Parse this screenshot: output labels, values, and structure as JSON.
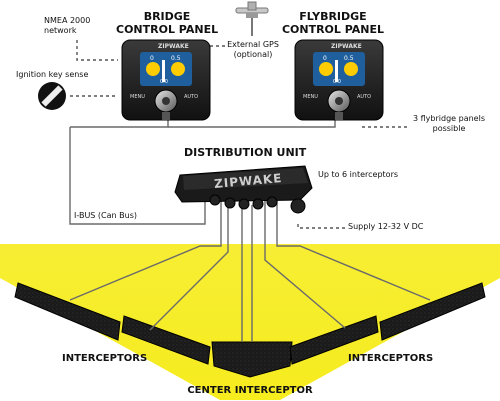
{
  "labels": {
    "nmea": [
      "NMEA 2000",
      "network"
    ],
    "bridge": [
      "BRIDGE",
      "CONTROL PANEL"
    ],
    "flybridge": [
      "FLYBRIDGE",
      "CONTROL PANEL"
    ],
    "gps": [
      "External GPS",
      "(optional)"
    ],
    "ignition": "Ignition key sense",
    "flybridge_panels": [
      "3 flybridge panels",
      "possible"
    ],
    "distribution_unit": "DISTRIBUTION UNIT",
    "up_to": "Up to 6 interceptors",
    "ibus": "I-BUS (Can Bus)",
    "supply": "Supply 12-32 V DC",
    "interceptors_left": "INTERCEPTORS",
    "interceptors_right": "INTERCEPTORS",
    "center": "CENTER INTERCEPTOR"
  },
  "panel": {
    "brand": "ZIPWAKE",
    "menu_label": "MENU",
    "auto_label": "AUTO",
    "screen_values": [
      "0",
      "0.5",
      "0.0"
    ]
  },
  "du_brand": "ZIPWAKE",
  "colors": {
    "hull_yellow": "#f6ec1e",
    "panel_black": "#1b1b1b",
    "screen_blue": "#1f5f9e",
    "cable_gray": "#7a7a7a"
  }
}
